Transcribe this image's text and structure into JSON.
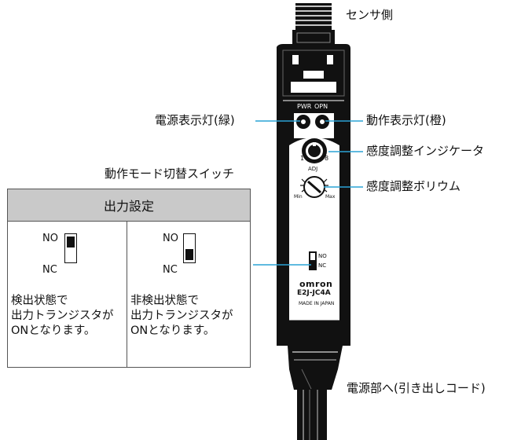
{
  "labels": {
    "sensor_side": "センサ側",
    "power_lamp": "電源表示灯(緑)",
    "operation_lamp": "動作表示灯(橙)",
    "sensitivity_indicator": "感度調整インジケータ",
    "sensitivity_volume": "感度調整ボリウム",
    "mode_switch": "動作モード切替スイッチ",
    "power_cable": "電源部へ(引き出しコード)"
  },
  "device": {
    "pwr": "PWR",
    "opn": "OPN",
    "adj": "ADJ",
    "dial_1": "1",
    "dial_8": "8",
    "min": "Min",
    "max": "Max",
    "sw_no": "NO",
    "sw_nc": "NC",
    "brand": "omron",
    "model": "E2J-JC4A",
    "origin": "MADE IN JAPAN"
  },
  "table": {
    "header": "出力設定",
    "left": {
      "no": "NO",
      "nc": "NC",
      "text": "検出状態で\n出力トランジスタが\nONとなります。",
      "switch_position": "NO"
    },
    "right": {
      "no": "NO",
      "nc": "NC",
      "text": "非検出状態で\n出力トランジスタが\nONとなります。",
      "switch_position": "NC"
    }
  }
}
